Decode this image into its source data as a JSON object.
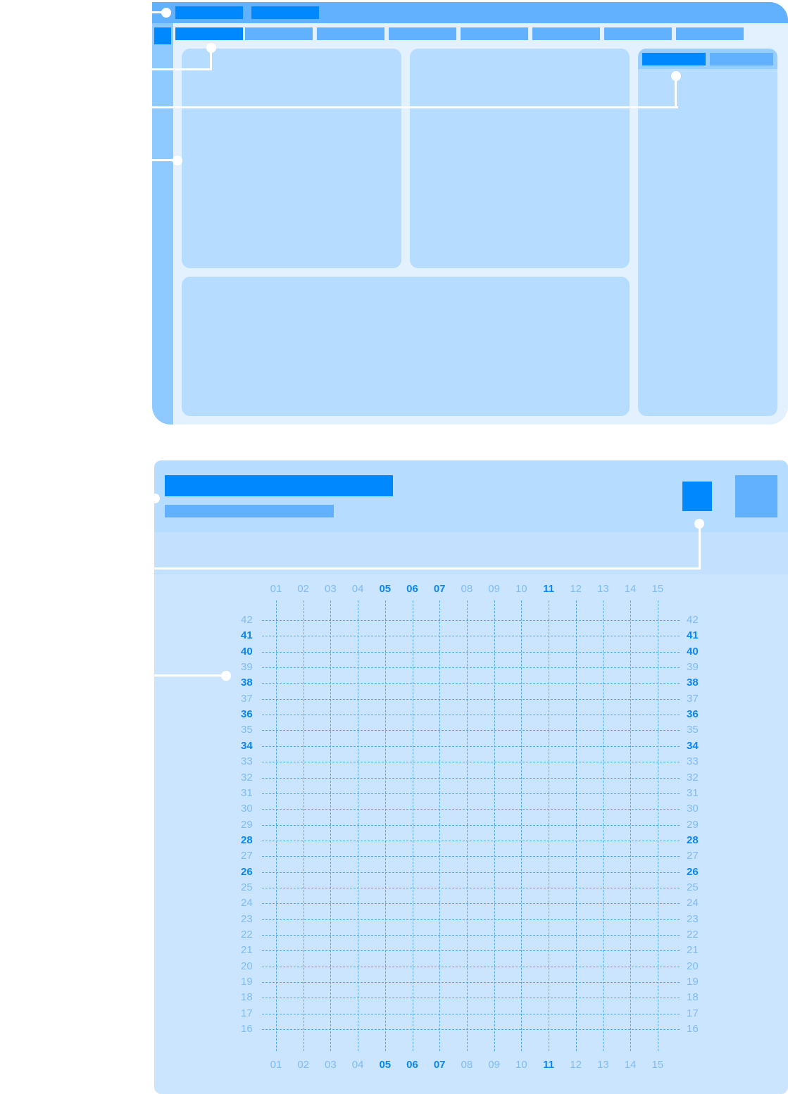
{
  "colors": {
    "accent": "#0088ff",
    "accent_light": "#62b1ff",
    "panel": "#b6dcff",
    "surface": "#e3f1ff",
    "grid_line": "#52a7ec",
    "label": "#7fbcf2"
  },
  "grid": {
    "columns": [
      "01",
      "02",
      "03",
      "04",
      "05",
      "06",
      "07",
      "08",
      "09",
      "10",
      "11",
      "12",
      "13",
      "14",
      "15"
    ],
    "highlighted_columns": [
      "05",
      "06",
      "07",
      "11"
    ],
    "rows": [
      "42",
      "41",
      "40",
      "39",
      "38",
      "37",
      "36",
      "35",
      "34",
      "33",
      "32",
      "31",
      "30",
      "29",
      "28",
      "27",
      "26",
      "25",
      "24",
      "23",
      "22",
      "21",
      "20",
      "19",
      "18",
      "17",
      "16"
    ],
    "highlighted_rows": [
      "41",
      "40",
      "38",
      "36",
      "34",
      "28",
      "26"
    ]
  }
}
